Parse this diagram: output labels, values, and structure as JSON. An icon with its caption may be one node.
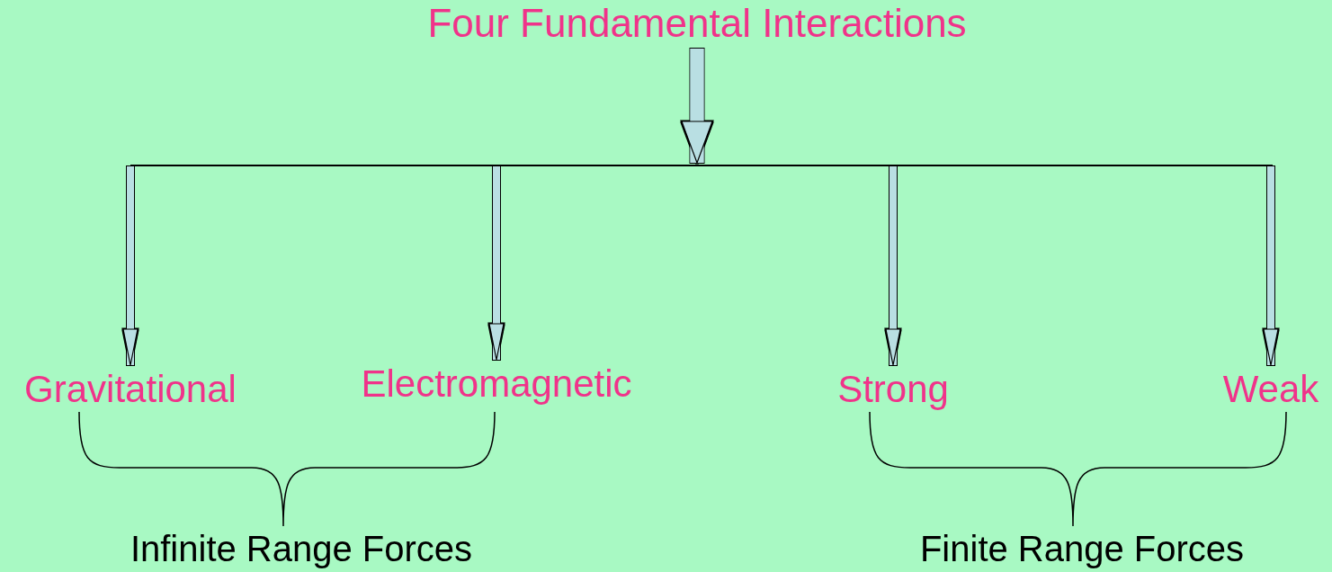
{
  "diagram": {
    "title": "Four Fundamental Interactions",
    "nodes": [
      {
        "text": [],
        "shape": "bar"
      },
      {
        "text": [
          "Gravitational"
        ]
      },
      {
        "text": [
          "Electromagnetic"
        ]
      },
      {
        "text": [
          "Strong"
        ]
      },
      {
        "text": [
          "Weak"
        ]
      }
    ],
    "edges": [
      {
        "from": null,
        "to": 0,
        "arrow": "to",
        "style": "thick"
      },
      {
        "from": 0,
        "to": 1,
        "arrow": "to"
      },
      {
        "from": 0,
        "to": 2,
        "arrow": "to"
      },
      {
        "from": 0,
        "to": 3,
        "arrow": "to"
      },
      {
        "from": 0,
        "to": 4,
        "arrow": "to"
      }
    ],
    "labels": [
      "Infinite Range Forces",
      "Finite Range Forces"
    ]
  }
}
